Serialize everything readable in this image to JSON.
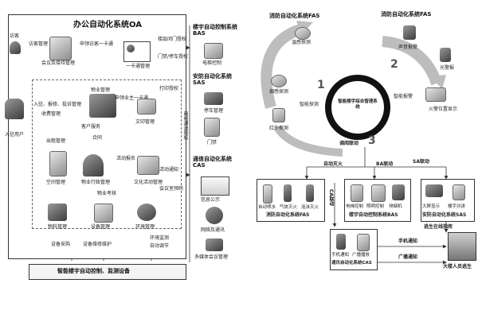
{
  "oa": {
    "title": "办公自动化系统OA",
    "visitor": "访客",
    "visitor_mgmt": "访客管理",
    "visit_card_apply": "申领访客一卡通",
    "meeting_reception": "会议及接待管理",
    "card_mgmt": "一卡通管理",
    "building_doors": "楼层闭门授权",
    "door_auth": "门禁/停车授权",
    "move_in_manage": "入驻、报修、投诉管理",
    "charge_mgmt": "收费管理",
    "property_mgmt": "物业管理",
    "apply_owner_card": "申领业主一卡通",
    "print_auth": "打印授权",
    "tenant": "入驻用户",
    "customer_service": "客户服务",
    "contract": "合同",
    "doc_print_mgmt": "文印管理",
    "rent_mgmt": "出租管理",
    "space_mgmt": "空间管理",
    "activity_report": "活动报名",
    "property_admin": "物业行政管理",
    "culture_activity": "文化活动管理",
    "property_assess": "物业考核",
    "material_mgmt": "物料管理",
    "equipment_mgmt": "设备管理",
    "environment_mgmt": "环境管理",
    "equip_purchase": "设备采购",
    "equip_maintain": "设备维修维护",
    "env_monitor": "环境监测",
    "auto_adjust": "自动调节",
    "network_auth": "网络通道授权",
    "activity_notice": "活动通知",
    "meeting_book": "会议室预约",
    "bottom_bar": "智能楼宇自动控制、监测设备"
  },
  "right_col": {
    "bas_title": "楼宇自动控制系统BAS",
    "elevator": "电梯控制",
    "sas_title": "安防自动化系统SAS",
    "parking": "停车管理",
    "door": "门禁",
    "cas_title": "通信自动化系统CAS",
    "info_pub": "信息公示",
    "network_comm": "网络及通讯",
    "multimedia_meeting": "多媒体会议管理"
  },
  "ibms": {
    "fas_left": "消防自动化系统FAS",
    "temp_detect": "温感探测",
    "smoke_detect": "烟感探测",
    "ir_detect": "红外探测",
    "smart_detect": "智能探测",
    "fas_right": "消防自动化系统FAS",
    "sound_alarm": "声音报警",
    "light_alarm": "光警报",
    "fire_display": "火警位置显示",
    "smart_alarm": "智能报警",
    "center_label": "智能楼宇综合管理系统",
    "step1": "1",
    "step2": "2",
    "step3": "3",
    "scheduling": "调阅联动",
    "auto_fire_off": "自动灭火",
    "ba_link": "BA联动",
    "sa_link": "SA联动",
    "auto_spray": "自动喷水",
    "gas_fire": "气体灭火",
    "foam_fire": "泡沫灭火",
    "fas_items_label": "消防自动化系统FAS",
    "elevator_ctrl": "电梯控制",
    "lighting_ctrl": "照明控制",
    "exhaust": "排烟机",
    "bas_label": "楼宇自动控制系统BAS",
    "big_screen": "大屏显示",
    "stair_intercom": "楼宇对讲",
    "sas_label": "安防自动化系统SAS",
    "ca_link": "CA联动",
    "escape_guide": "逃生在线指挥",
    "mobile_notify": "手机通知",
    "broadcast_play": "广播播放",
    "cas_label": "通讯自动化系统CAS",
    "mobile_notice": "手机通知",
    "broadcast_notice": "广播通知",
    "evacuation": "大楼人员逃生"
  }
}
